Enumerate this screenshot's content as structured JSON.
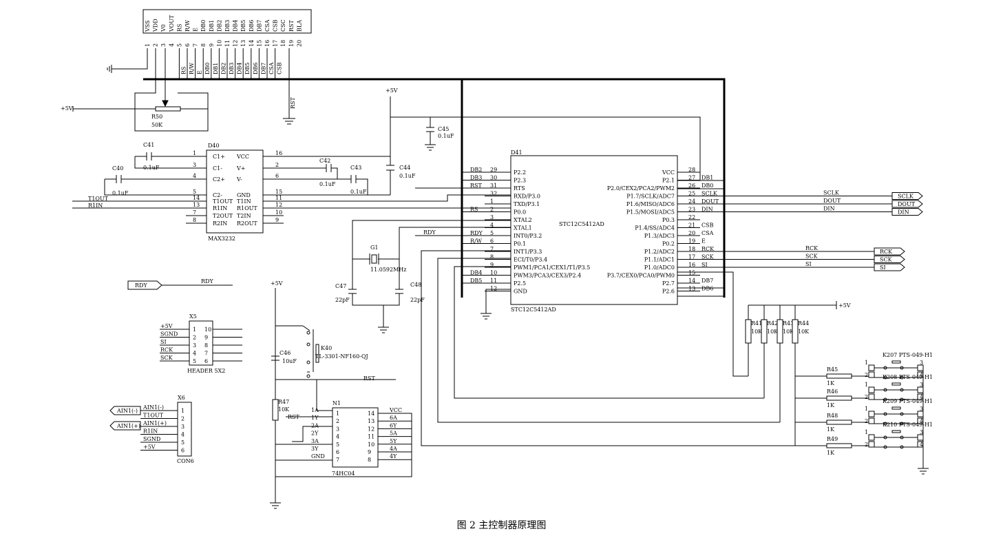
{
  "caption": "图 2  主控制器原理图",
  "lcd": {
    "pin_names": [
      "VSS",
      "VDD",
      "V0",
      "VOUT",
      "RS",
      "R/W",
      "E",
      "DB0",
      "DB1",
      "DB2",
      "DB3",
      "DB4",
      "DB5",
      "DB6",
      "DB7",
      "CSA",
      "CSB",
      "CSC",
      "RST",
      "BLA"
    ],
    "pin_numbers": [
      "1",
      "2",
      "3",
      "4",
      "5",
      "6",
      "7",
      "8",
      "9",
      "10",
      "11",
      "12",
      "13",
      "14",
      "15",
      "16",
      "17",
      "18",
      "19",
      "20"
    ],
    "net_labels": [
      "RS",
      "R/W",
      "E",
      "DB0",
      "DB1",
      "DB2",
      "DB3",
      "DB4",
      "DB5",
      "DB6",
      "DB7",
      "CSA",
      "CSB"
    ],
    "rst_label": "RST"
  },
  "pot": {
    "ref": "R50",
    "value": "50K",
    "supply": "+5V"
  },
  "max232": {
    "ref": "D40",
    "part": "MAX3232",
    "left_pins": [
      [
        "1",
        "C1+"
      ],
      [
        "3",
        "C1-"
      ],
      [
        "4",
        "C2+"
      ],
      [
        "5",
        "C2-"
      ],
      [
        "14",
        "T1OUT"
      ],
      [
        "13",
        "R1IN"
      ],
      [
        "7",
        "T2OUT"
      ],
      [
        "8",
        "R2IN"
      ]
    ],
    "right_pins": [
      [
        "16",
        "VCC"
      ],
      [
        "2",
        "V+"
      ],
      [
        "6",
        "V-"
      ],
      [
        "15",
        "GND"
      ],
      [
        "11",
        "T1IN"
      ],
      [
        "12",
        "R1OUT"
      ],
      [
        "10",
        "T2IN"
      ],
      [
        "9",
        "R2OUT"
      ]
    ],
    "ext_left": [
      "T1OUT",
      "R1IN"
    ]
  },
  "caps": {
    "c41": [
      "C41",
      "0.1uF"
    ],
    "c40": [
      "C40",
      "0.1uF"
    ],
    "c42": [
      "C42",
      "0.1uF"
    ],
    "c43": [
      "C43",
      "0.1uF"
    ],
    "c44": [
      "C44",
      "0.1uF"
    ],
    "c45": [
      "C45",
      "0.1uF"
    ],
    "c47": [
      "C47",
      "22pF"
    ],
    "c48": [
      "C48",
      "22pF"
    ],
    "c46": [
      "C46",
      "10uF"
    ]
  },
  "supply_label": "+5V",
  "mcu": {
    "ref": "D41",
    "part": "STC12C5412AD",
    "left_pins": [
      [
        "29",
        "P2.2"
      ],
      [
        "30",
        "P2.3"
      ],
      [
        "31",
        "RTS"
      ],
      [
        "32",
        "RXD/P3.0"
      ],
      [
        "1",
        "TXD/P3.1"
      ],
      [
        "2",
        "P0.0"
      ],
      [
        "3",
        "XTAL2"
      ],
      [
        "4",
        "XTAL1"
      ],
      [
        "5",
        "INT0/P3.2"
      ],
      [
        "6",
        "P0.1"
      ],
      [
        "7",
        "INT1/P3.3"
      ],
      [
        "8",
        "ECI/T0/P3.4"
      ],
      [
        "9",
        "PWM1/PCA1/CEX1/T1/P3.5"
      ],
      [
        "10",
        "PWM3/PCA3/CEX3/P2.4"
      ],
      [
        "11",
        "P2.5"
      ],
      [
        "12",
        "GND"
      ]
    ],
    "right_pins": [
      [
        "28",
        "VCC"
      ],
      [
        "27",
        "P2.1"
      ],
      [
        "26",
        "P2.0/CEX2/PCA2/PWM2"
      ],
      [
        "25",
        "P1.7/SCLK/ADC7"
      ],
      [
        "24",
        "P1.6/MISO/ADC6"
      ],
      [
        "23",
        "P1.5/MOSI/ADC5"
      ],
      [
        "22",
        "P0.3"
      ],
      [
        "21",
        "P1.4/SS/ADC4"
      ],
      [
        "20",
        "P1.3/ADC3"
      ],
      [
        "19",
        "P0.2"
      ],
      [
        "18",
        "P1.2/ADC2"
      ],
      [
        "17",
        "P1.1/ADC1"
      ],
      [
        "16",
        "P1.0/ADC0"
      ],
      [
        "15",
        "P3.7/CEX0/PCA0/PWM0"
      ],
      [
        "14",
        "P2.7"
      ],
      [
        "13",
        "P2.6"
      ]
    ],
    "left_nets": [
      "DB2",
      "DB3",
      "RST",
      "",
      "",
      "RS",
      "",
      "",
      "RDY",
      "R/W",
      "",
      "",
      "",
      "DB4",
      "DB5",
      ""
    ],
    "right_nets": [
      "",
      "DB1",
      "DB0",
      "SCLK",
      "DOUT",
      "DIN",
      "",
      "CSB",
      "CSA",
      "E",
      "RCK",
      "SCK",
      "SI",
      "",
      "DB7",
      "DB6"
    ]
  },
  "crystal": {
    "ref": "G1",
    "value": "11.0592MHz"
  },
  "outputs": [
    "SCLK",
    "DOUT",
    "DIN",
    "RCK",
    "SCK",
    "SI"
  ],
  "rdy_port": "RDY",
  "header": {
    "ref": "X5",
    "part": "HEADER 5X2",
    "labels": [
      "+5V",
      "SGND",
      "SI",
      "RCK",
      "SCK"
    ],
    "left_nums": [
      "1",
      "2",
      "3",
      "4",
      "5"
    ],
    "right_nums": [
      "10",
      "9",
      "8",
      "7",
      "6"
    ]
  },
  "con": {
    "ref": "X6",
    "part": "CON6",
    "labels": [
      "AIN1(-)",
      "T1OUT",
      "AIN1(+)",
      "R1IN",
      "SGND",
      "+5V"
    ],
    "nums": [
      "1",
      "2",
      "3",
      "4",
      "5",
      "6"
    ],
    "ports": [
      "AIN1(-)",
      "AIN1(+)"
    ]
  },
  "reset": {
    "button_ref": "K40",
    "button_part": "TL-3301-NF160-QJ",
    "resistor": [
      "R47",
      "10K"
    ],
    "rst": "RST"
  },
  "inverter": {
    "ref": "N1",
    "part": "74HC04",
    "left_pins": [
      [
        "1",
        "1A"
      ],
      [
        "2",
        "1Y"
      ],
      [
        "3",
        "2A"
      ],
      [
        "4",
        "2Y"
      ],
      [
        "5",
        "3A"
      ],
      [
        "6",
        "3Y"
      ],
      [
        "7",
        "GND"
      ]
    ],
    "right_pins": [
      [
        "14",
        "VCC"
      ],
      [
        "13",
        "6A"
      ],
      [
        "12",
        "6Y"
      ],
      [
        "11",
        "5A"
      ],
      [
        "10",
        "5Y"
      ],
      [
        "9",
        "4A"
      ],
      [
        "8",
        "4Y"
      ]
    ]
  },
  "pullups": [
    [
      "R41",
      "10K"
    ],
    [
      "R42",
      "10K"
    ],
    [
      "R43",
      "10K"
    ],
    [
      "R44",
      "10K"
    ]
  ],
  "series_res": [
    [
      "R45",
      "1K"
    ],
    [
      "R46",
      "1K"
    ],
    [
      "R48",
      "1K"
    ],
    [
      "R49",
      "1K"
    ]
  ],
  "keys": [
    {
      "label": "K207 PTS-049-H1",
      "pins": [
        "1",
        "2",
        "3",
        "4"
      ]
    },
    {
      "label": "K208 PTS-049-H1",
      "pins": [
        "1",
        "2",
        "3",
        "4"
      ]
    },
    {
      "label": "K209 PTS-049-H1",
      "pins": [
        "1",
        "2",
        "3",
        "4"
      ]
    },
    {
      "label": "K210 PTS-049-H1",
      "pins": [
        "1",
        "2",
        "3",
        "4"
      ]
    }
  ]
}
